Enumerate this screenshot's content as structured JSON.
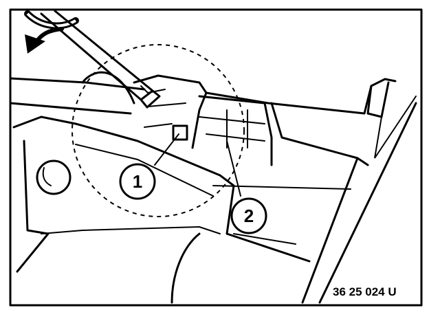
{
  "figure": {
    "reference_code": "36 25 024 U",
    "callouts": [
      {
        "id": "callout-1",
        "label": "1"
      },
      {
        "id": "callout-2",
        "label": "2"
      }
    ],
    "icons": [
      "rotation-arrow-icon",
      "screwdriver-icon"
    ]
  }
}
